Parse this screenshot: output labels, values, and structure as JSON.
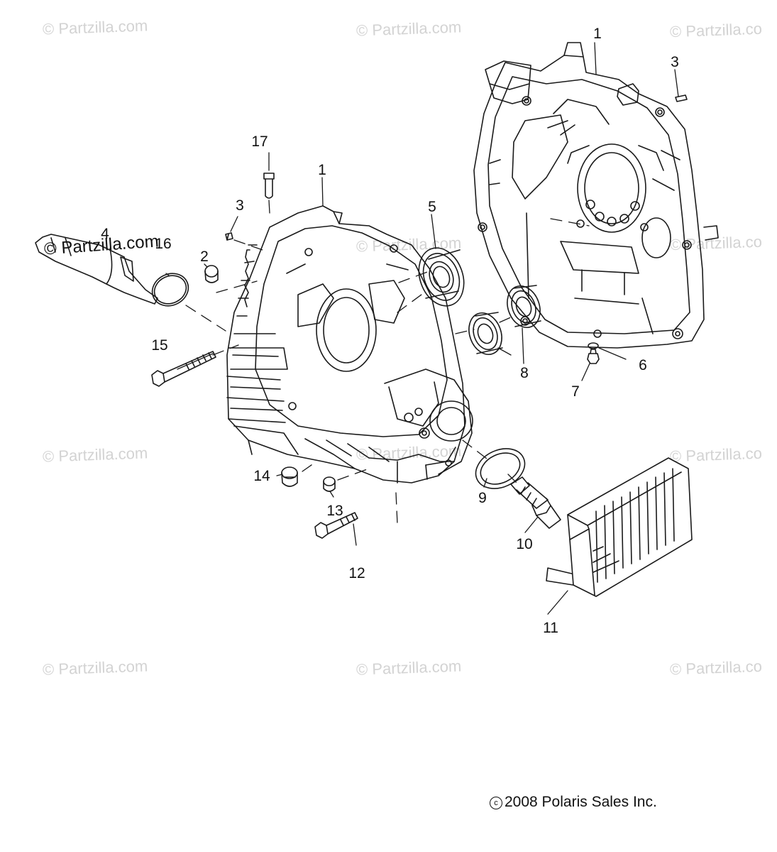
{
  "watermark": {
    "text": "© Partzilla.com",
    "text_cut": "© Partzilla.co",
    "dark_text": "© Partzilla.com",
    "color": "#d3d3d3"
  },
  "callouts": {
    "c1a": "1",
    "c1b": "1",
    "c2": "2",
    "c3a": "3",
    "c3b": "3",
    "c4": "4",
    "c5": "5",
    "c6": "6",
    "c7": "7",
    "c8": "8",
    "c9": "9",
    "c10": "10",
    "c11": "11",
    "c12": "12",
    "c13": "13",
    "c14": "14",
    "c15": "15",
    "c16": "16",
    "c17": "17"
  },
  "copyright": {
    "symbol": "c",
    "text": "2008 Polaris Sales Inc."
  },
  "colors": {
    "line": "#1a1a1a",
    "background": "#ffffff"
  }
}
